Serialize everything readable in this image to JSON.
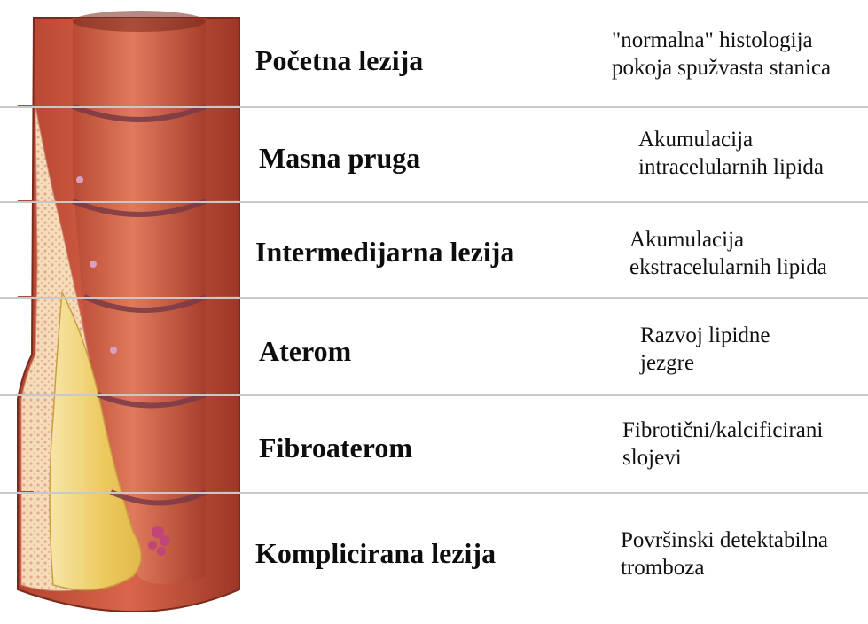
{
  "stages": [
    {
      "title": "Početna lezija",
      "description": [
        "\"normalna\" histologija",
        "pokoja spužvasta stanica"
      ]
    },
    {
      "title": "Masna pruga",
      "description": [
        "Akumulacija",
        "intracelularnih lipida"
      ]
    },
    {
      "title": "Intermedijarna lezija",
      "description": [
        "Akumulacija",
        "ekstracelularnih lipida"
      ]
    },
    {
      "title": "Aterom",
      "description": [
        "Razvoj lipidne",
        "jezgre"
      ]
    },
    {
      "title": "Fibroaterom",
      "description": [
        "Fibrotični/kalcificirani",
        "slojevi"
      ]
    },
    {
      "title": "Komplicirana lezija",
      "description": [
        "Površinski detektabilna",
        "tromboza"
      ]
    }
  ],
  "illustration": {
    "subject": "artery-cross-section-icon",
    "colors": {
      "wall": "#c9533a",
      "wall_dark": "#8a2f22",
      "intima": "#e8967a",
      "lumen": "#d9684c",
      "lipid": "#f3e7b8",
      "core": "#f0d477",
      "thrombus": "#c2457a"
    }
  }
}
